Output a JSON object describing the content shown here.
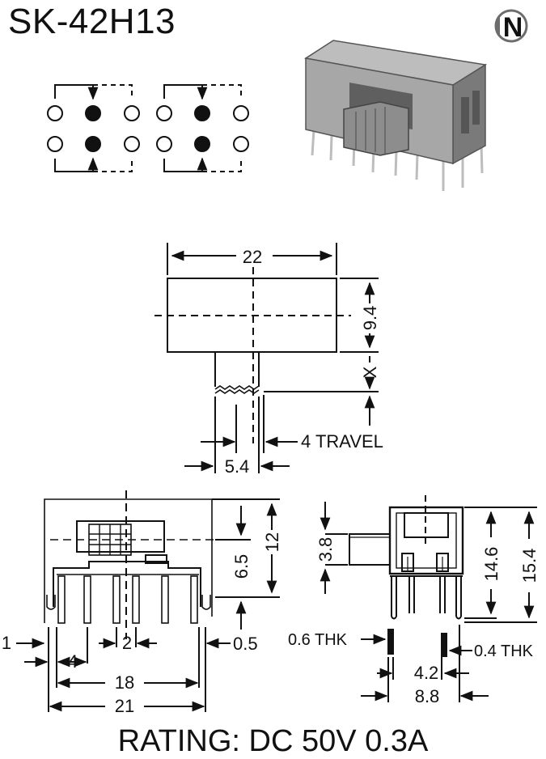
{
  "title": "SK-42H13",
  "rating": "RATING: DC 50V 0.3A",
  "logo_letter": "N",
  "colors": {
    "ink": "#111111",
    "body_gray": "#a9a9a9",
    "body_dark": "#6e6e6e",
    "pin": "#cfcfcf"
  },
  "top_view": {
    "width_label": "22",
    "height_label": "9.4",
    "x_label": "X",
    "travel_label": "4 TRAVEL",
    "actuator_label": "5.4"
  },
  "front_view": {
    "height_12": "12",
    "height_65": "6.5",
    "pin_1": "1",
    "pin_2": "2",
    "pin_05": "0.5",
    "pitch_4": "4",
    "span_18": "18",
    "span_21": "21"
  },
  "side_view": {
    "height_38": "3.8",
    "height_146": "14.6",
    "height_154": "15.4",
    "thk_06": "0.6 THK",
    "thk_04": "0.4 THK",
    "width_42": "4.2",
    "width_88": "8.8"
  }
}
